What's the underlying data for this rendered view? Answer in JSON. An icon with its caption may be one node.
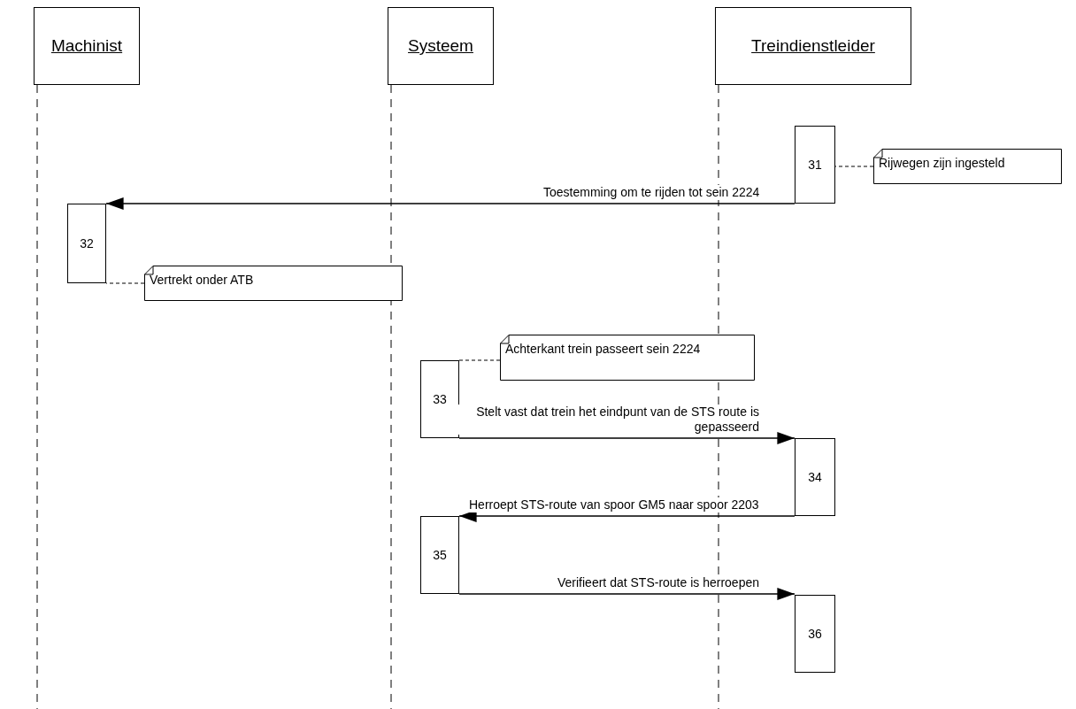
{
  "diagram": {
    "nodes": [
      {
        "text": [
          "Machinist"
        ]
      },
      {
        "text": [
          "Systeem"
        ]
      },
      {
        "text": [
          "Treindienstleider"
        ]
      },
      {
        "text": [
          "31"
        ]
      },
      {
        "text": [
          "Rijwegen zijn ingesteld"
        ]
      },
      {
        "text": [
          "32"
        ]
      },
      {
        "text": [
          "Vertrekt onder ATB"
        ]
      },
      {
        "text": [
          "Achterkant trein passeert sein 2224"
        ]
      },
      {
        "text": [
          "33"
        ]
      },
      {
        "text": [
          "34"
        ]
      },
      {
        "text": [
          "35"
        ]
      },
      {
        "text": [
          "36"
        ]
      }
    ],
    "edges": [
      {
        "from": 4,
        "to": 3,
        "arrow": "none",
        "style": "dashed"
      },
      {
        "from": 3,
        "to": 5,
        "arrow": "to",
        "label": "Toestemming om te rijden tot sein 2224"
      },
      {
        "from": 6,
        "to": 5,
        "arrow": "none",
        "style": "dashed"
      },
      {
        "from": 7,
        "to": 8,
        "arrow": "none",
        "style": "dashed"
      },
      {
        "from": 8,
        "to": 9,
        "arrow": "to",
        "label": "Stelt vast dat trein het eindpunt van de STS route is gepasseerd"
      },
      {
        "from": 9,
        "to": 10,
        "arrow": "to",
        "label": "Herroept STS-route van spoor GM5 naar spoor 2203"
      },
      {
        "from": 10,
        "to": 11,
        "arrow": "to",
        "label": "Verifieert dat STS-route is herroepen"
      }
    ]
  }
}
